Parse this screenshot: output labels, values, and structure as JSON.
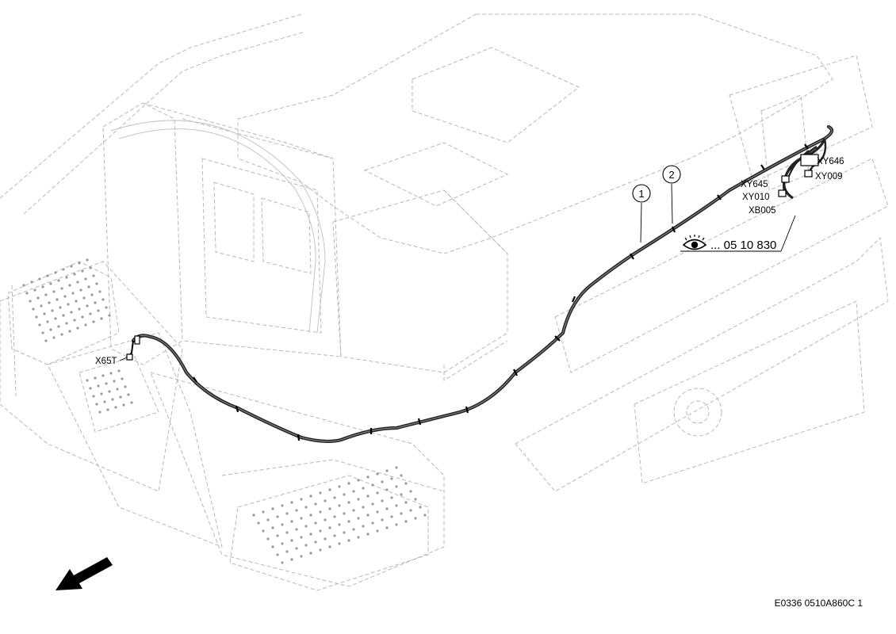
{
  "callouts": [
    {
      "id": "1",
      "label": "1"
    },
    {
      "id": "2",
      "label": "2"
    }
  ],
  "connectors": {
    "left": "X65T",
    "xy646": "XY646",
    "xy009": "XY009",
    "xy645": "XY645",
    "xy010": "XY010",
    "xb005": "XB005"
  },
  "reference": {
    "icon": "eye-icon",
    "text": "... 05 10 830"
  },
  "direction_arrow": "arrow-down-left-icon",
  "drawing_number": "E0336 0510A860C 1"
}
